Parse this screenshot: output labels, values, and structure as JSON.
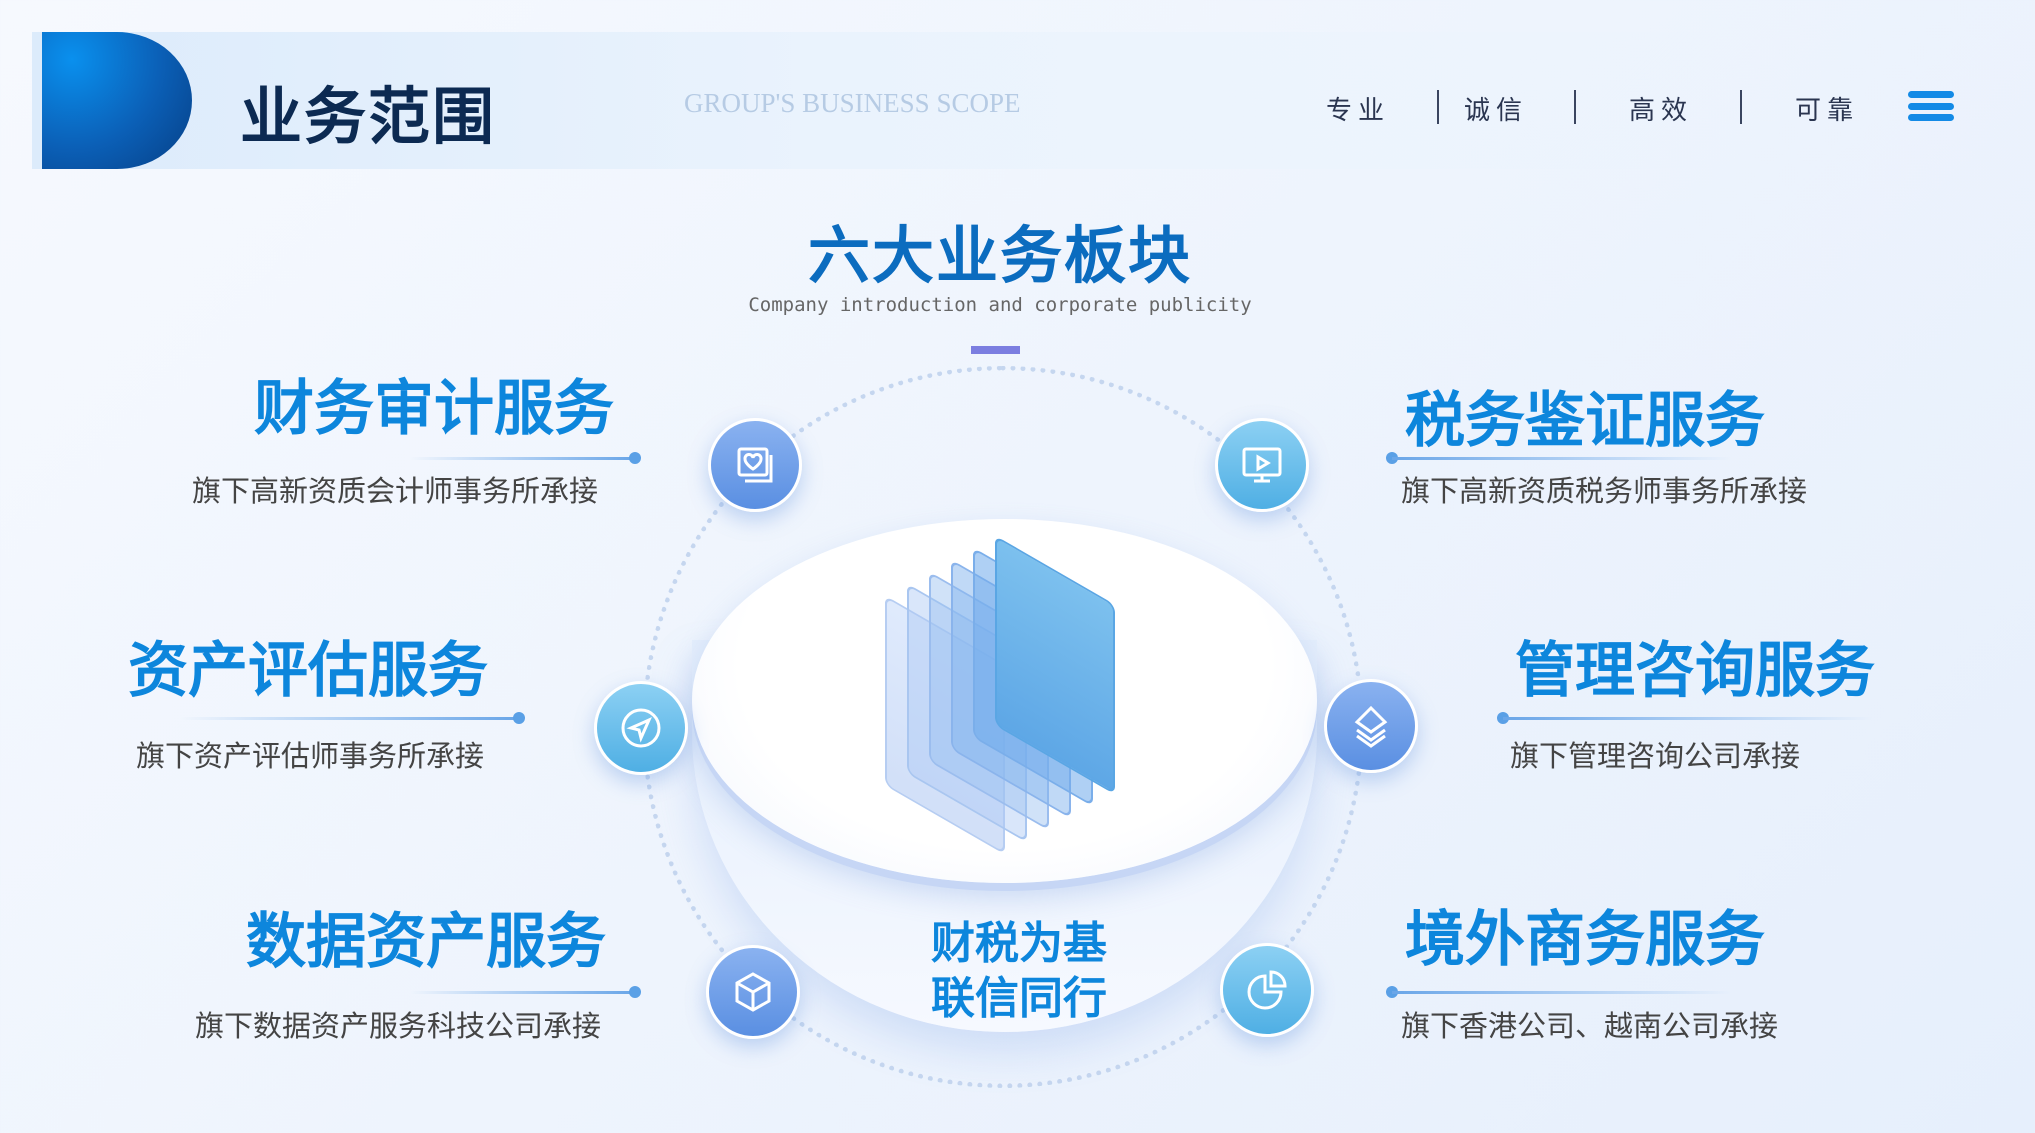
{
  "header": {
    "title": "业务范围",
    "subtitle": "GROUP'S BUSINESS SCOPE",
    "nav": [
      "专业",
      "诚信",
      "高效",
      "可靠"
    ]
  },
  "main": {
    "title": "六大业务板块",
    "subtitle": "Company introduction and corporate publicity",
    "center_line1": "财税为基",
    "center_line2": "联信同行"
  },
  "services": [
    {
      "title": "财务审计服务",
      "desc": "旗下高新资质会计师事务所承接",
      "icon": "photo-heart-icon"
    },
    {
      "title": "税务鉴证服务",
      "desc": "旗下高新资质税务师事务所承接",
      "icon": "monitor-play-icon"
    },
    {
      "title": "资产评估服务",
      "desc": "旗下资产评估师事务所承接",
      "icon": "paper-plane-icon"
    },
    {
      "title": "管理咨询服务",
      "desc": "旗下管理咨询公司承接",
      "icon": "layers-icon"
    },
    {
      "title": "数据资产服务",
      "desc": "旗下数据资产服务科技公司承接",
      "icon": "cube-icon"
    },
    {
      "title": "境外商务服务",
      "desc": "旗下香港公司、越南公司承接",
      "icon": "pie-chart-icon"
    }
  ],
  "colors": {
    "accent": "#0d86dc",
    "dark": "#0c2a52",
    "bar": "#7b7ee0"
  }
}
